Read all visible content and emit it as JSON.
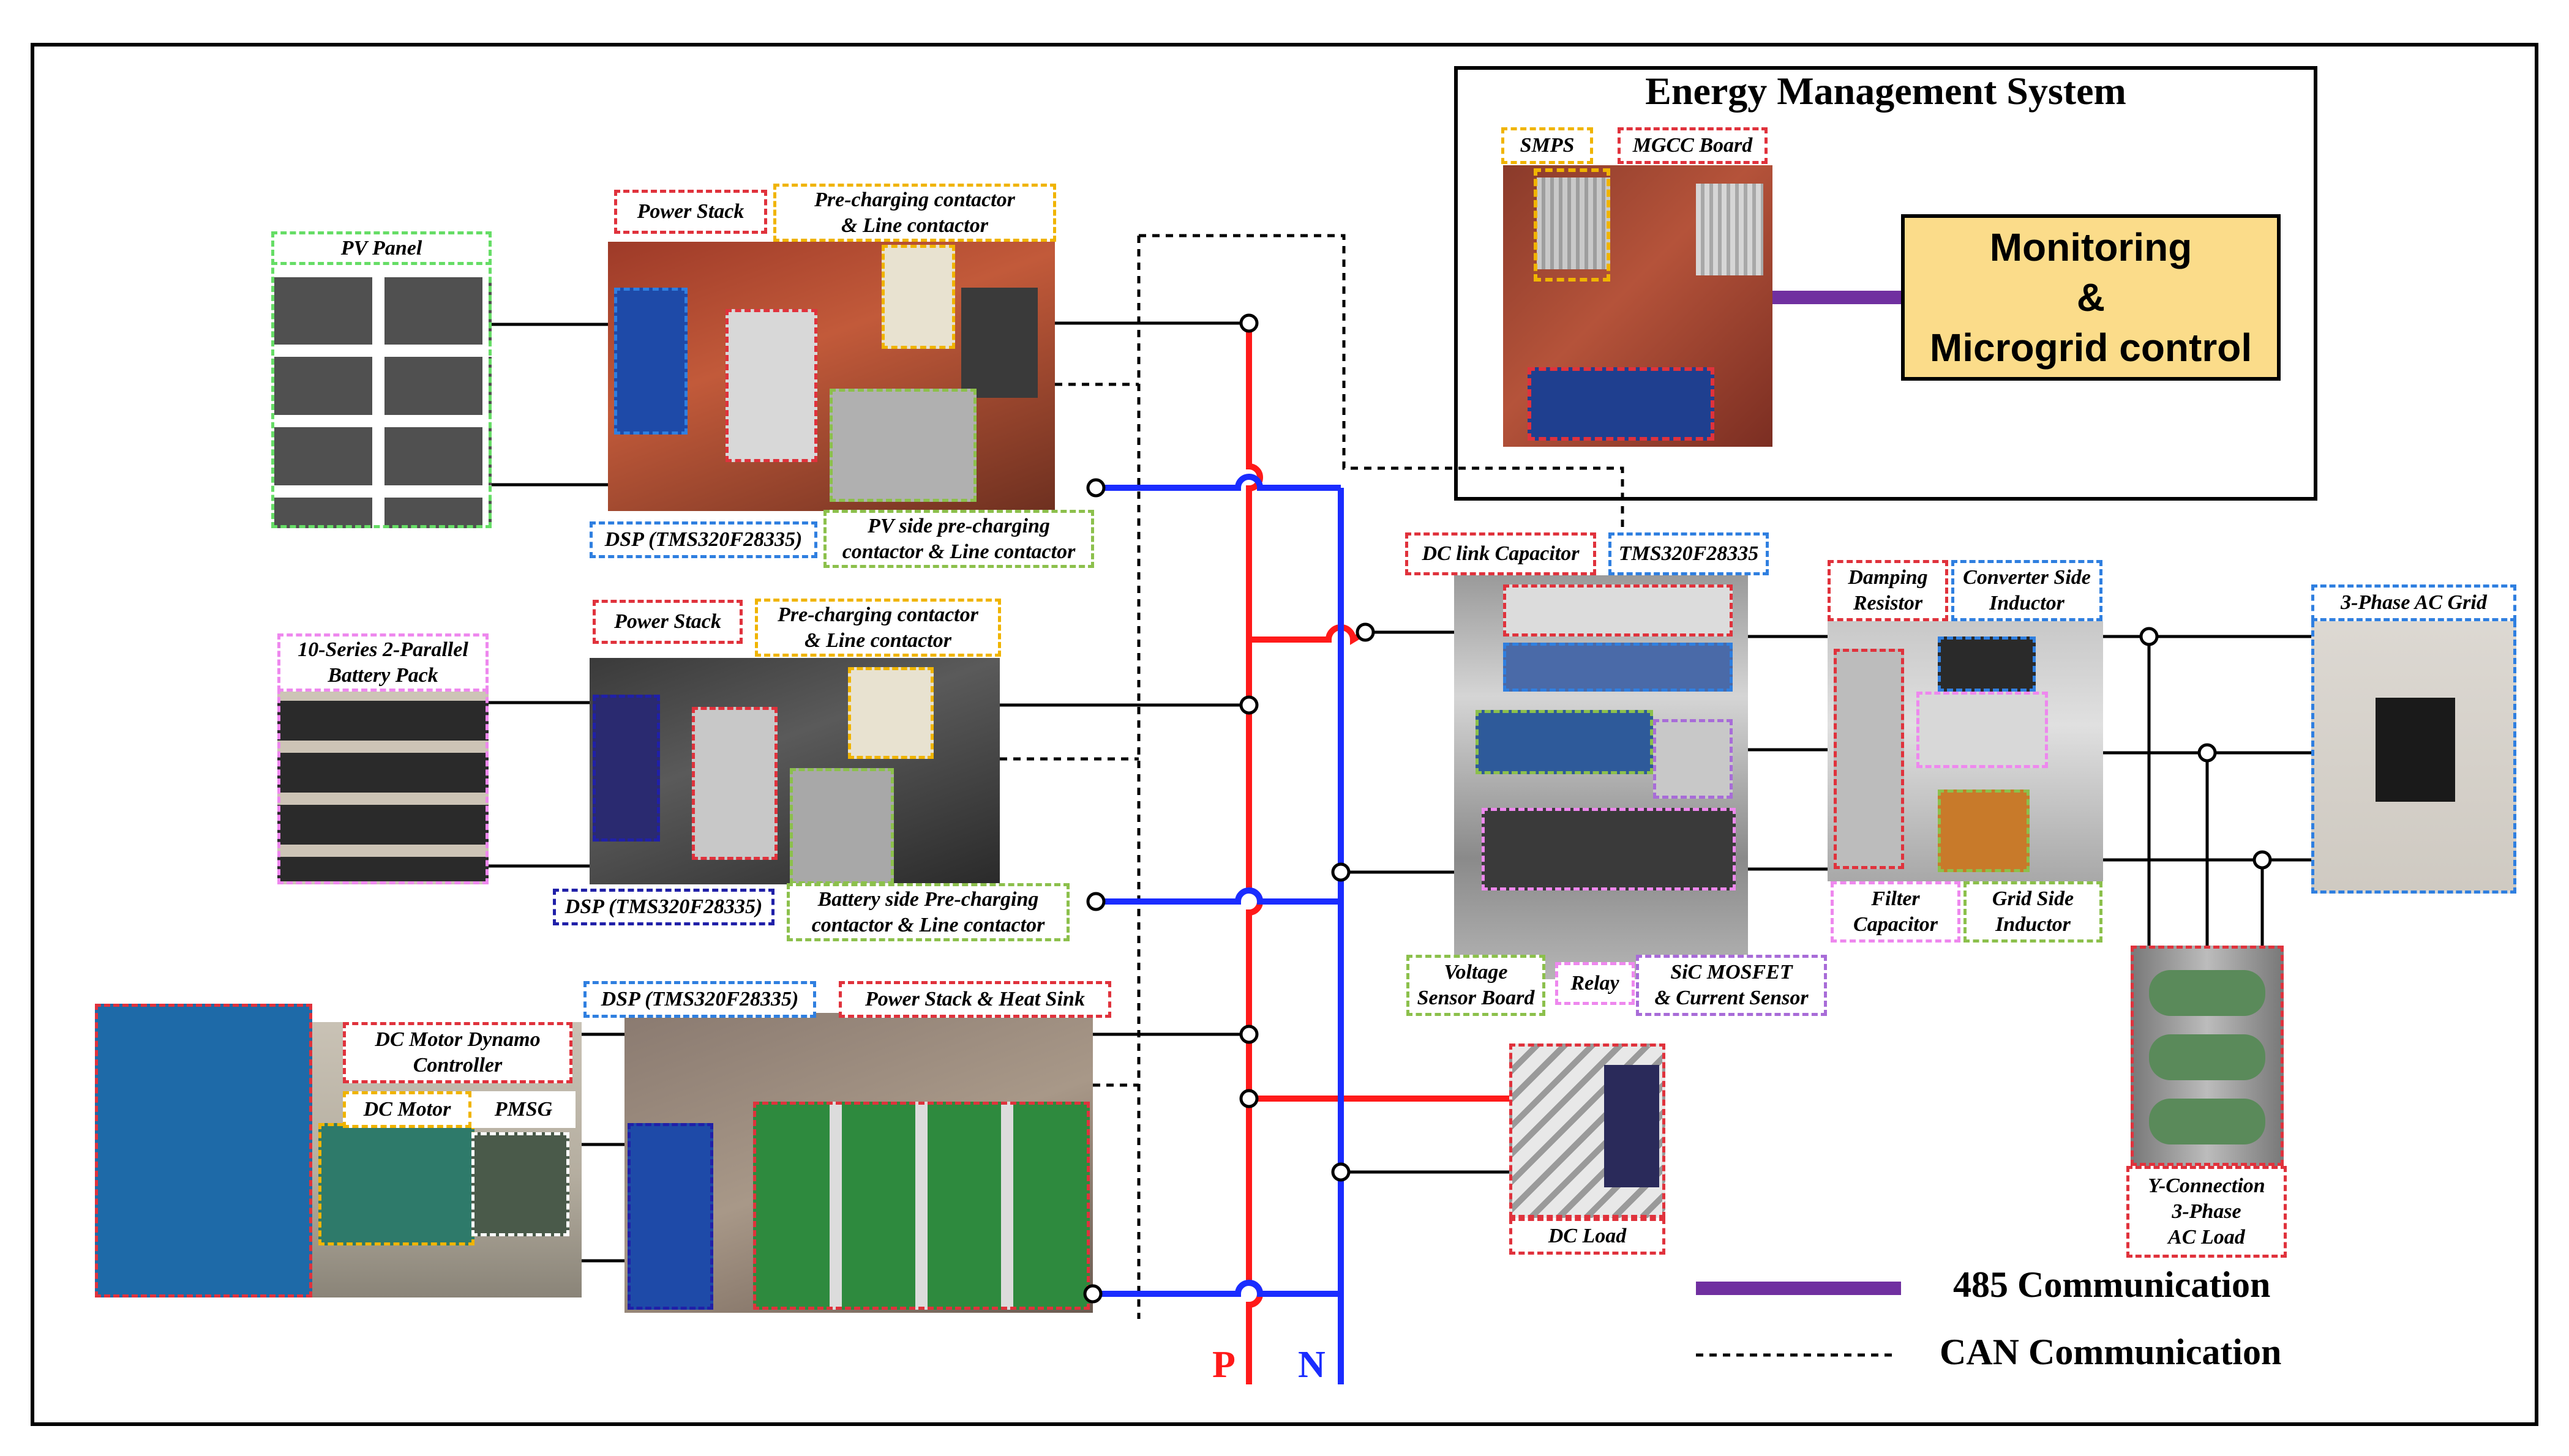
{
  "ems": {
    "title": "Energy Management System",
    "monitor_line1": "Monitoring",
    "monitor_line2": "&",
    "monitor_line3": "Microgrid control"
  },
  "labels": {
    "smps": "SMPS",
    "mgcc": "MGCC Board",
    "pv_panel": "PV Panel",
    "pv_power_stack": "Power Stack",
    "pv_precharge": "Pre-charging contactor\n& Line contactor",
    "pv_dsp": "DSP (TMS320F28335)",
    "pv_side": "PV side pre-charging\ncontactor & Line contactor",
    "battery_pack": "10-Series 2-Parallel\nBattery Pack",
    "bat_power_stack": "Power Stack",
    "bat_precharge": "Pre-charging contactor\n& Line contactor",
    "bat_dsp": "DSP (TMS320F28335)",
    "bat_side": "Battery side Pre-charging\ncontactor & Line contactor",
    "dc_motor_ctrl": "DC Motor Dynamo\nController",
    "dc_motor": "DC Motor",
    "pmsg": "PMSG",
    "gen_dsp": "DSP (TMS320F28335)",
    "gen_power_stack": "Power Stack & Heat Sink",
    "dc_link": "DC link Capacitor",
    "tms": "TMS320F28335",
    "damping": "Damping\nResistor",
    "conv_ind": "Converter Side\nInductor",
    "ac_grid": "3-Phase AC Grid",
    "filter_cap": "Filter\nCapacitor",
    "grid_ind": "Grid Side\nInductor",
    "voltage_sensor": "Voltage\nSensor Board",
    "relay": "Relay",
    "sic": "SiC MOSFET\n& Current Sensor",
    "dc_load": "DC Load",
    "ac_load": "Y-Connection\n3-Phase\nAC Load"
  },
  "bus": {
    "p": "P",
    "n": "N"
  },
  "legend": {
    "rs485": "485 Communication",
    "can": "CAN Communication"
  },
  "colors": {
    "p_bus": "#ff1a1a",
    "n_bus": "#1a2cff",
    "rs485": "#7030a0",
    "monitor_fill": "#fbdc8a"
  }
}
